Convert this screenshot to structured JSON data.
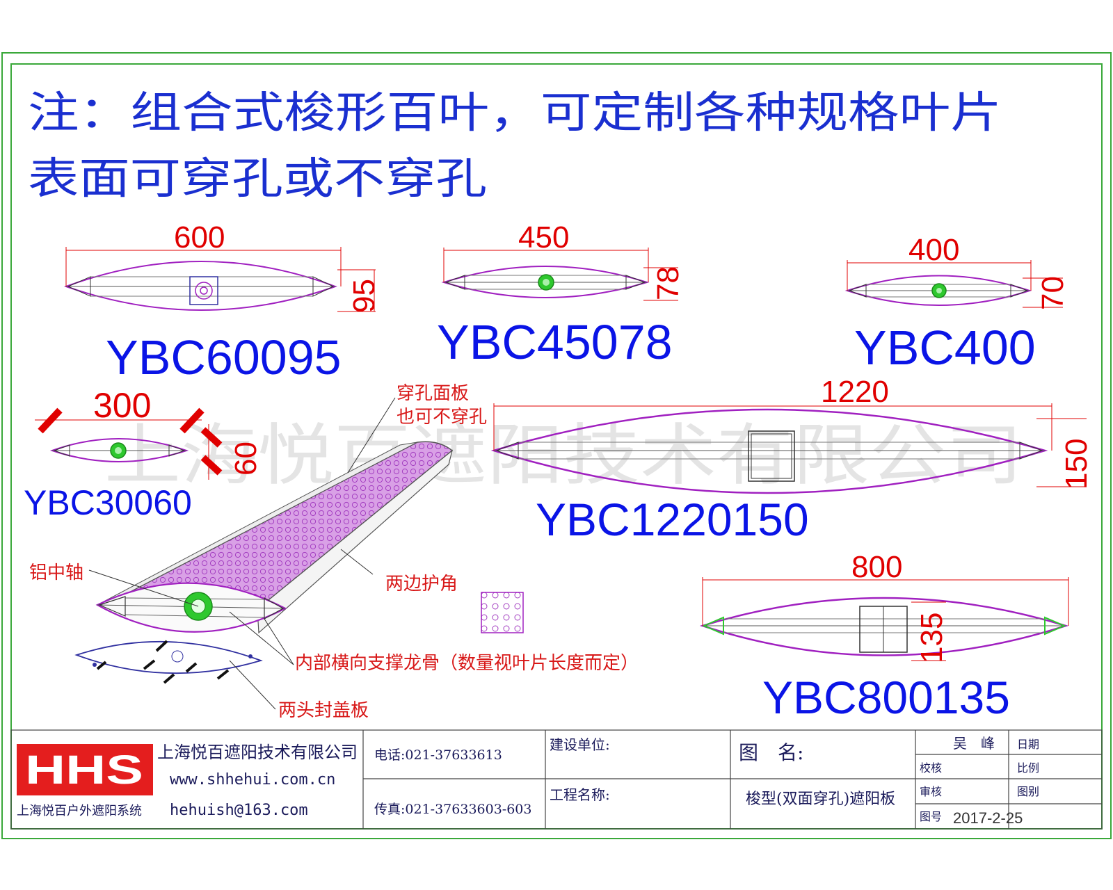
{
  "note": {
    "line1": "注：组合式梭形百叶，可定制各种规格叶片",
    "line2": "表面可穿孔或不穿孔"
  },
  "watermark": "上海悦百遮阳技术有限公司",
  "profiles": [
    {
      "model": "YBC60095",
      "length": "600",
      "height": "95"
    },
    {
      "model": "YBC45078",
      "length": "450",
      "height": "78"
    },
    {
      "model": "YBC400",
      "length": "400",
      "height": "70"
    },
    {
      "model": "YBC30060",
      "length": "300",
      "height": "60"
    },
    {
      "model": "YBC1220150",
      "length": "1220",
      "height": "150"
    },
    {
      "model": "YBC800135",
      "length": "800",
      "height": "135"
    }
  ],
  "callouts": {
    "panel_line1": "穿孔面板",
    "panel_line2": "也可不穿孔",
    "axle": "铝中轴",
    "corner": "两边护角",
    "rib": "内部横向支撑龙骨（数量视叶片长度而定）",
    "endcap": "两头封盖板"
  },
  "title_block": {
    "logo_text": "HHS",
    "logo_caption": "上海悦百户外遮阳系统",
    "company": "上海悦百遮阳技术有限公司",
    "website": "www.shhehui.com.cn",
    "email": "hehuish@163.com",
    "phone": "电话:021-37633613",
    "fax": "传真:021-37633603-603",
    "client_label": "建设单位:",
    "project_label": "工程名称:",
    "drawing_name_label": "图　名:",
    "drawing_name": "梭型(双面穿孔)遮阳板",
    "designer": "吴　峰",
    "date_label": "日期",
    "check_label": "校核",
    "scale_label": "比例",
    "review_label": "审核",
    "sheet_label": "图别",
    "drawing_no_label": "图号",
    "date": "2017-2-25"
  },
  "colors": {
    "border": "#3aa83a",
    "note": "#1a2fd0",
    "model": "#0a14e6",
    "dimension": "#e00000",
    "profile_outline": "#a020c0",
    "axle": "#2ec82e",
    "perforated_panel": "#c070d8"
  }
}
